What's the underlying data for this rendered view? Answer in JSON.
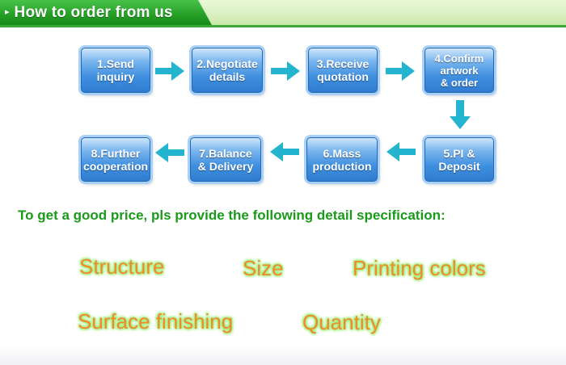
{
  "header": {
    "title": "How to order from us",
    "arrow_glyph": "▸"
  },
  "steps": [
    {
      "label": "1.Send\ninquiry"
    },
    {
      "label": "2.Negotiate\ndetails"
    },
    {
      "label": "3.Receive\nquotation"
    },
    {
      "label": "4.Confirm\nartwork\n& order"
    },
    {
      "label": "5.PI &\nDeposit"
    },
    {
      "label": "6.Mass\nproduction"
    },
    {
      "label": "7.Balance\n& Delivery"
    },
    {
      "label": "8.Further\ncooperation"
    }
  ],
  "instruction": "To get a good price, pls provide the following detail specification:",
  "specs": [
    "Structure",
    "Size",
    "Printing colors",
    "Surface finishing",
    "Quantity"
  ],
  "colors": {
    "header_green": "#27a127",
    "step_blue": "#3f8fdf",
    "arrow_teal": "#23b5cf",
    "instruction_green": "#1a9a1a",
    "spec_orange": "#f08a2a",
    "spec_glow": "#9cf07a"
  }
}
